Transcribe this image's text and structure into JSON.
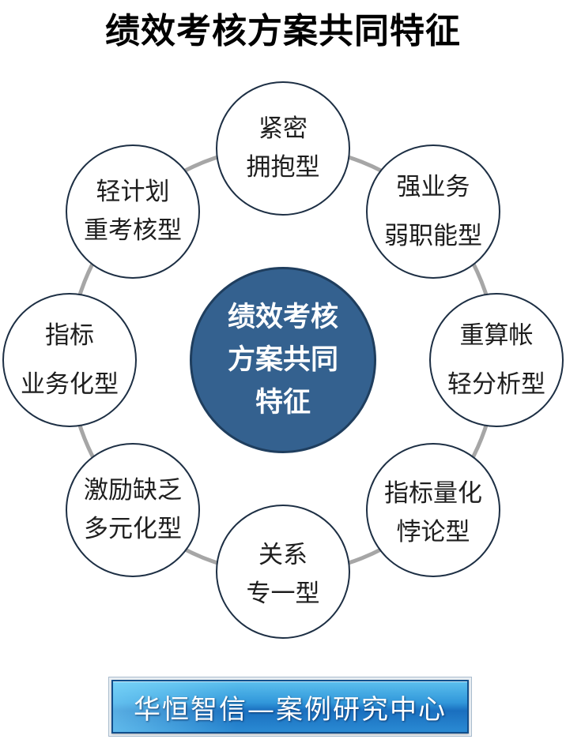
{
  "title": "绩效考核方案共同特征",
  "center": {
    "lines": [
      "绩效考核",
      "方案共同",
      "特征"
    ]
  },
  "features": [
    {
      "lines": [
        "紧密",
        "拥抱型"
      ]
    },
    {
      "lines": [
        "强业务",
        "弱职能型"
      ]
    },
    {
      "lines": [
        "重算帐",
        "轻分析型"
      ]
    },
    {
      "lines": [
        "指标量化",
        "悖论型"
      ]
    },
    {
      "lines": [
        "关系",
        "专一型"
      ]
    },
    {
      "lines": [
        "激励缺乏",
        "多元化型"
      ]
    },
    {
      "lines": [
        "指标",
        "业务化型"
      ]
    },
    {
      "lines": [
        "轻计划",
        "重考核型"
      ]
    }
  ],
  "footer": {
    "label": "华恒智信—案例研究中心"
  },
  "colors": {
    "center_fill": "#34618f",
    "node_border": "#1d2f44",
    "ring": "#a6a6a6"
  }
}
